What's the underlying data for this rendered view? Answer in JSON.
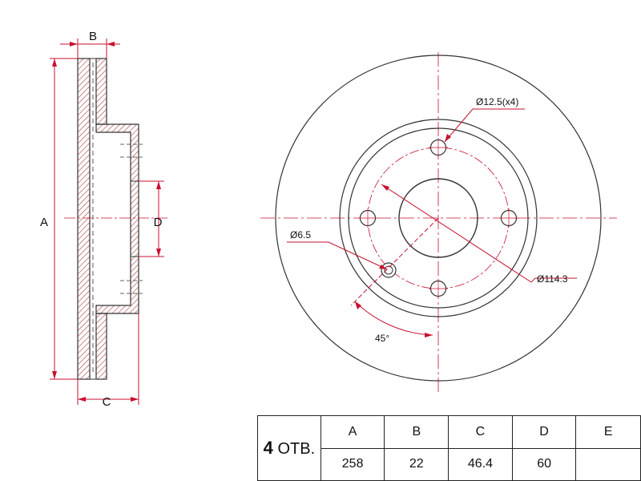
{
  "colors": {
    "outline": "#333333",
    "dimension": "#c8102e",
    "hatch": "#b04848"
  },
  "labels": {
    "a": "A",
    "b": "B",
    "c": "C",
    "d": "D",
    "bolt_hole": "Ø12.5(x4)",
    "small_hole": "Ø6.5",
    "pcd": "Ø114.3",
    "angle": "45°"
  },
  "spec_table": {
    "hole_count": "4",
    "hole_suffix": "ОТВ.",
    "headers": [
      "A",
      "B",
      "C",
      "D",
      "E"
    ],
    "values": [
      "258",
      "22",
      "46.4",
      "60",
      ""
    ]
  }
}
